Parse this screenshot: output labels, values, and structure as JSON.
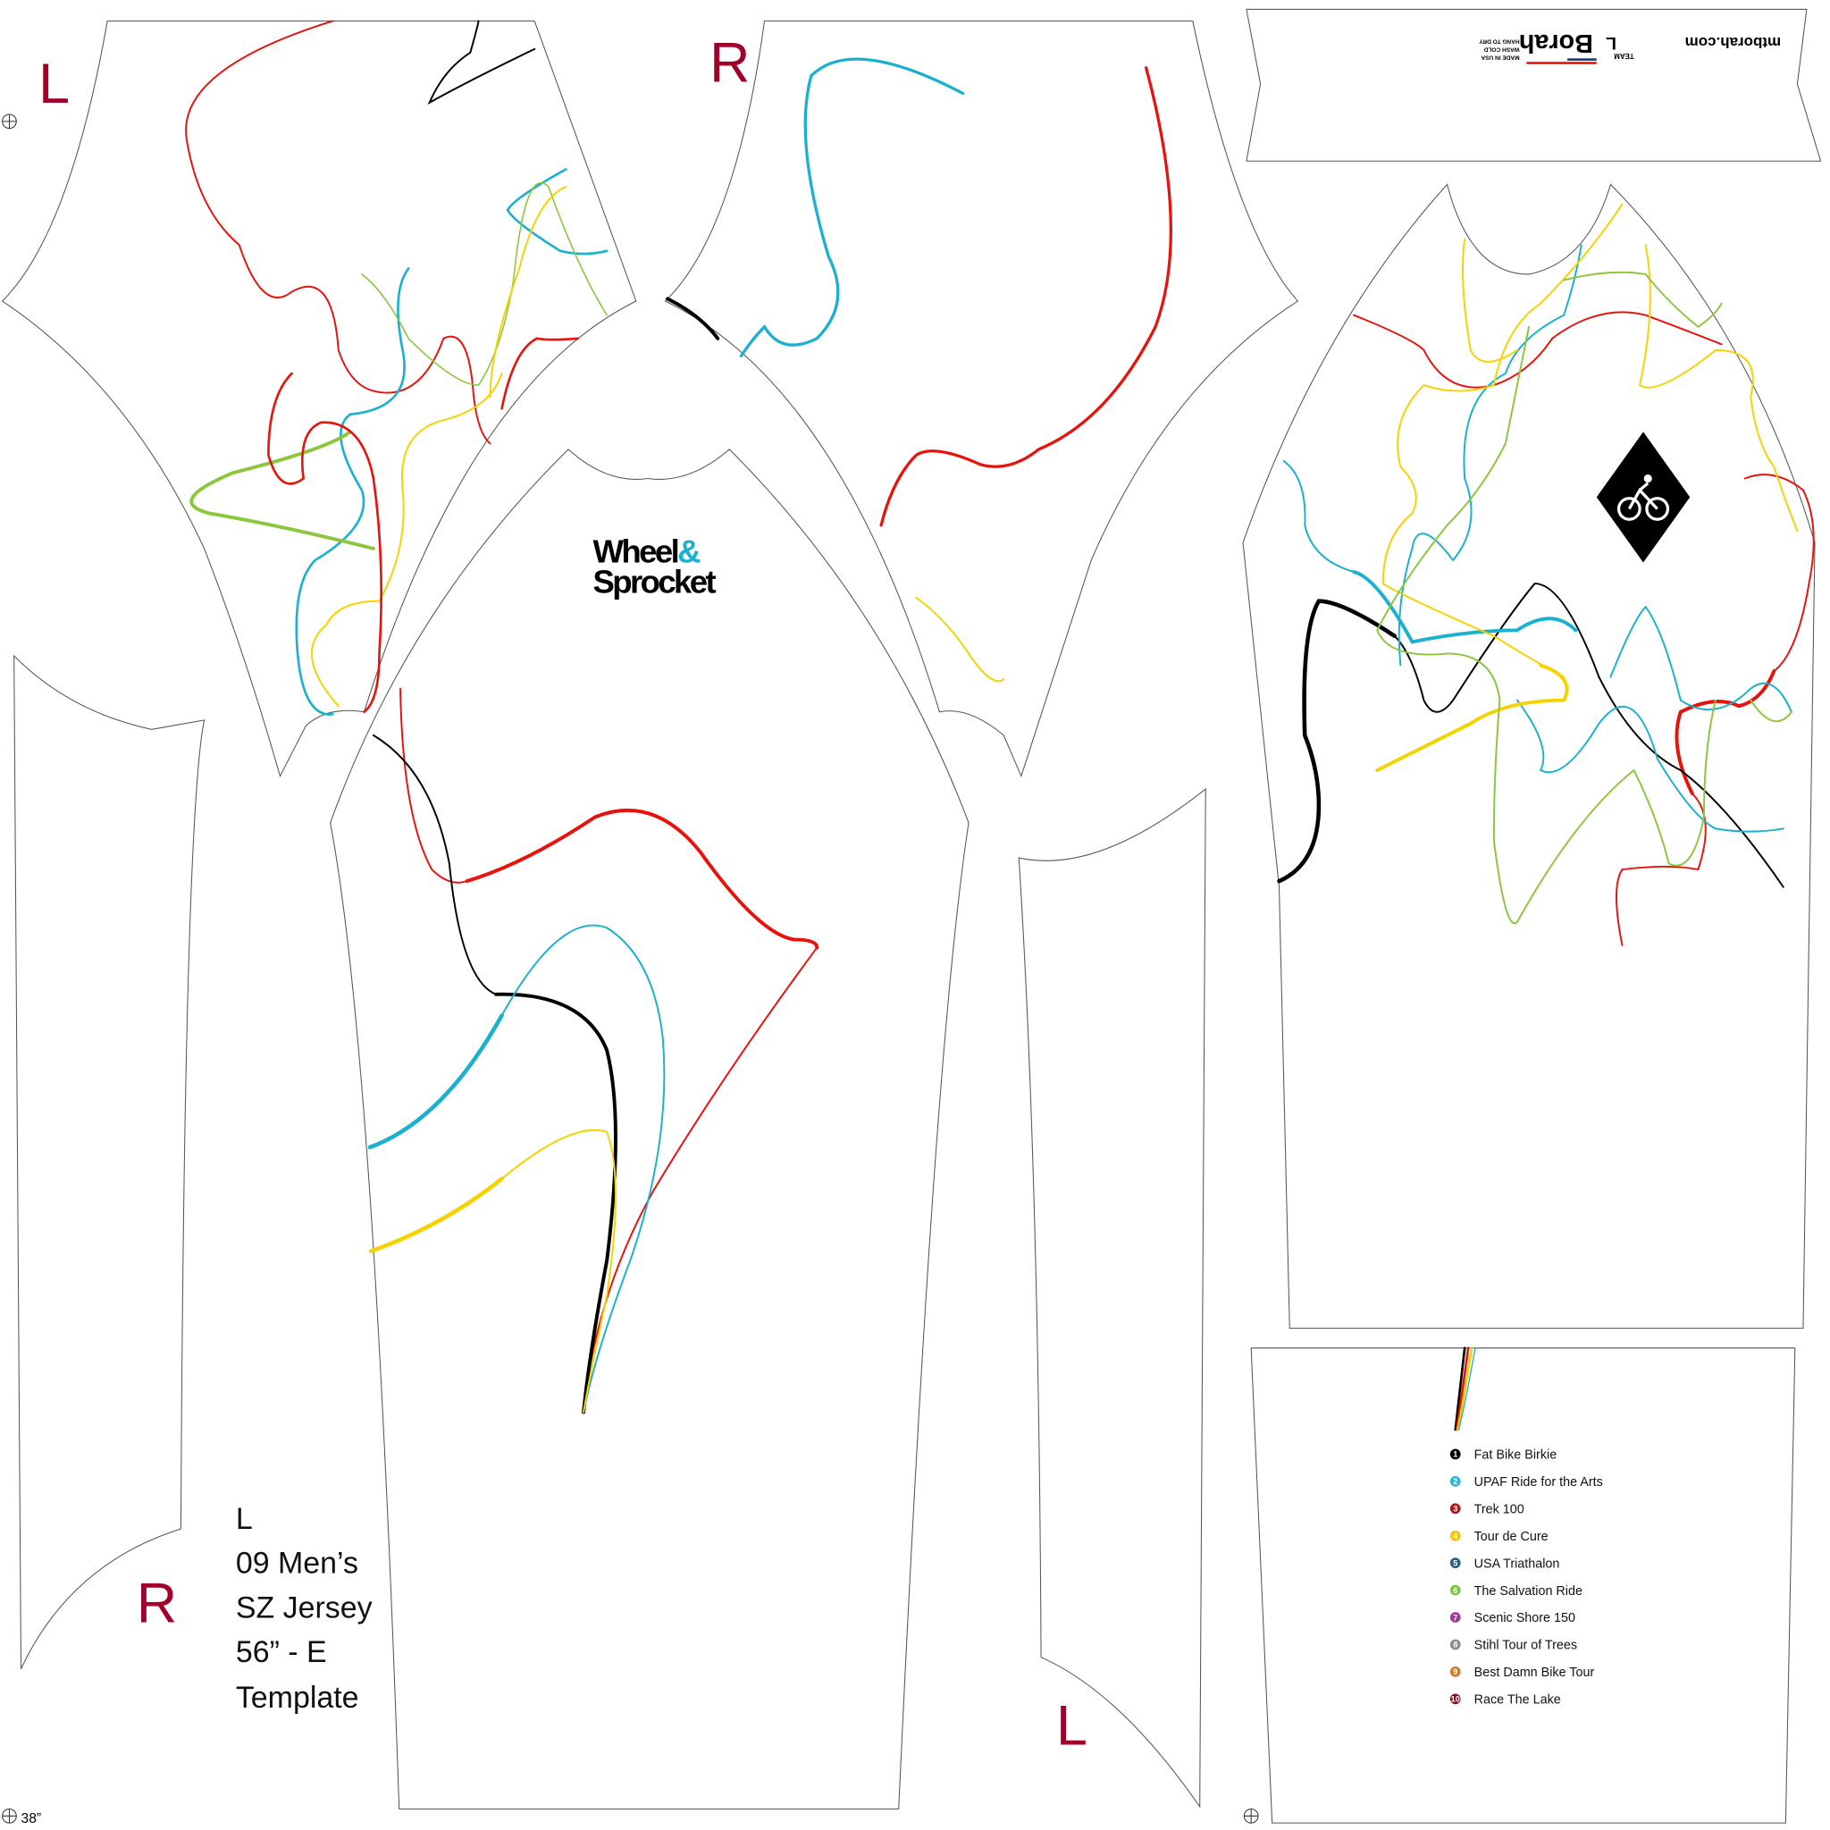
{
  "panel_labels": {
    "left_sleeve_top": "L",
    "right_sleeve_top": "R",
    "left_side_bottom": "R",
    "right_side_bottom": "L"
  },
  "front_logo": {
    "line1": "Wheel",
    "amp": "&",
    "line2": "Sprocket"
  },
  "template_info": [
    "L",
    "09 Men’s",
    "SZ Jersey",
    "56” - E",
    "Template"
  ],
  "scale_mark": "38”",
  "collar": {
    "brand": "Borah",
    "team": "TEAM",
    "size": "L",
    "care": [
      "MADE IN USA",
      "WASH COLD",
      "HANG TO DRY"
    ],
    "url": "mtborah.com"
  },
  "legend": [
    {
      "num": "1",
      "label": "Fat Bike Birkie",
      "color": "#000000"
    },
    {
      "num": "2",
      "label": "UPAF Ride for the Arts",
      "color": "#29b6d6"
    },
    {
      "num": "3",
      "label": "Trek 100",
      "color": "#b01818"
    },
    {
      "num": "4",
      "label": "Tour de Cure",
      "color": "#f5c400"
    },
    {
      "num": "5",
      "label": "USA Triathalon",
      "color": "#2a5d8c"
    },
    {
      "num": "6",
      "label": "The Salvation Ride",
      "color": "#7dc242"
    },
    {
      "num": "7",
      "label": "Scenic Shore 150",
      "color": "#9b3a9b"
    },
    {
      "num": "8",
      "label": "Stihl Tour of Trees",
      "color": "#8a8a8a"
    },
    {
      "num": "9",
      "label": "Best Damn Bike Tour",
      "color": "#d07a2a"
    },
    {
      "num": "10",
      "label": "Race The Lake",
      "color": "#8b1020"
    }
  ],
  "route_colors": {
    "black": "#000000",
    "cyan": "#1ab0cf",
    "red": "#e8120c",
    "yellow": "#f6d200",
    "green": "#8cc63f"
  }
}
